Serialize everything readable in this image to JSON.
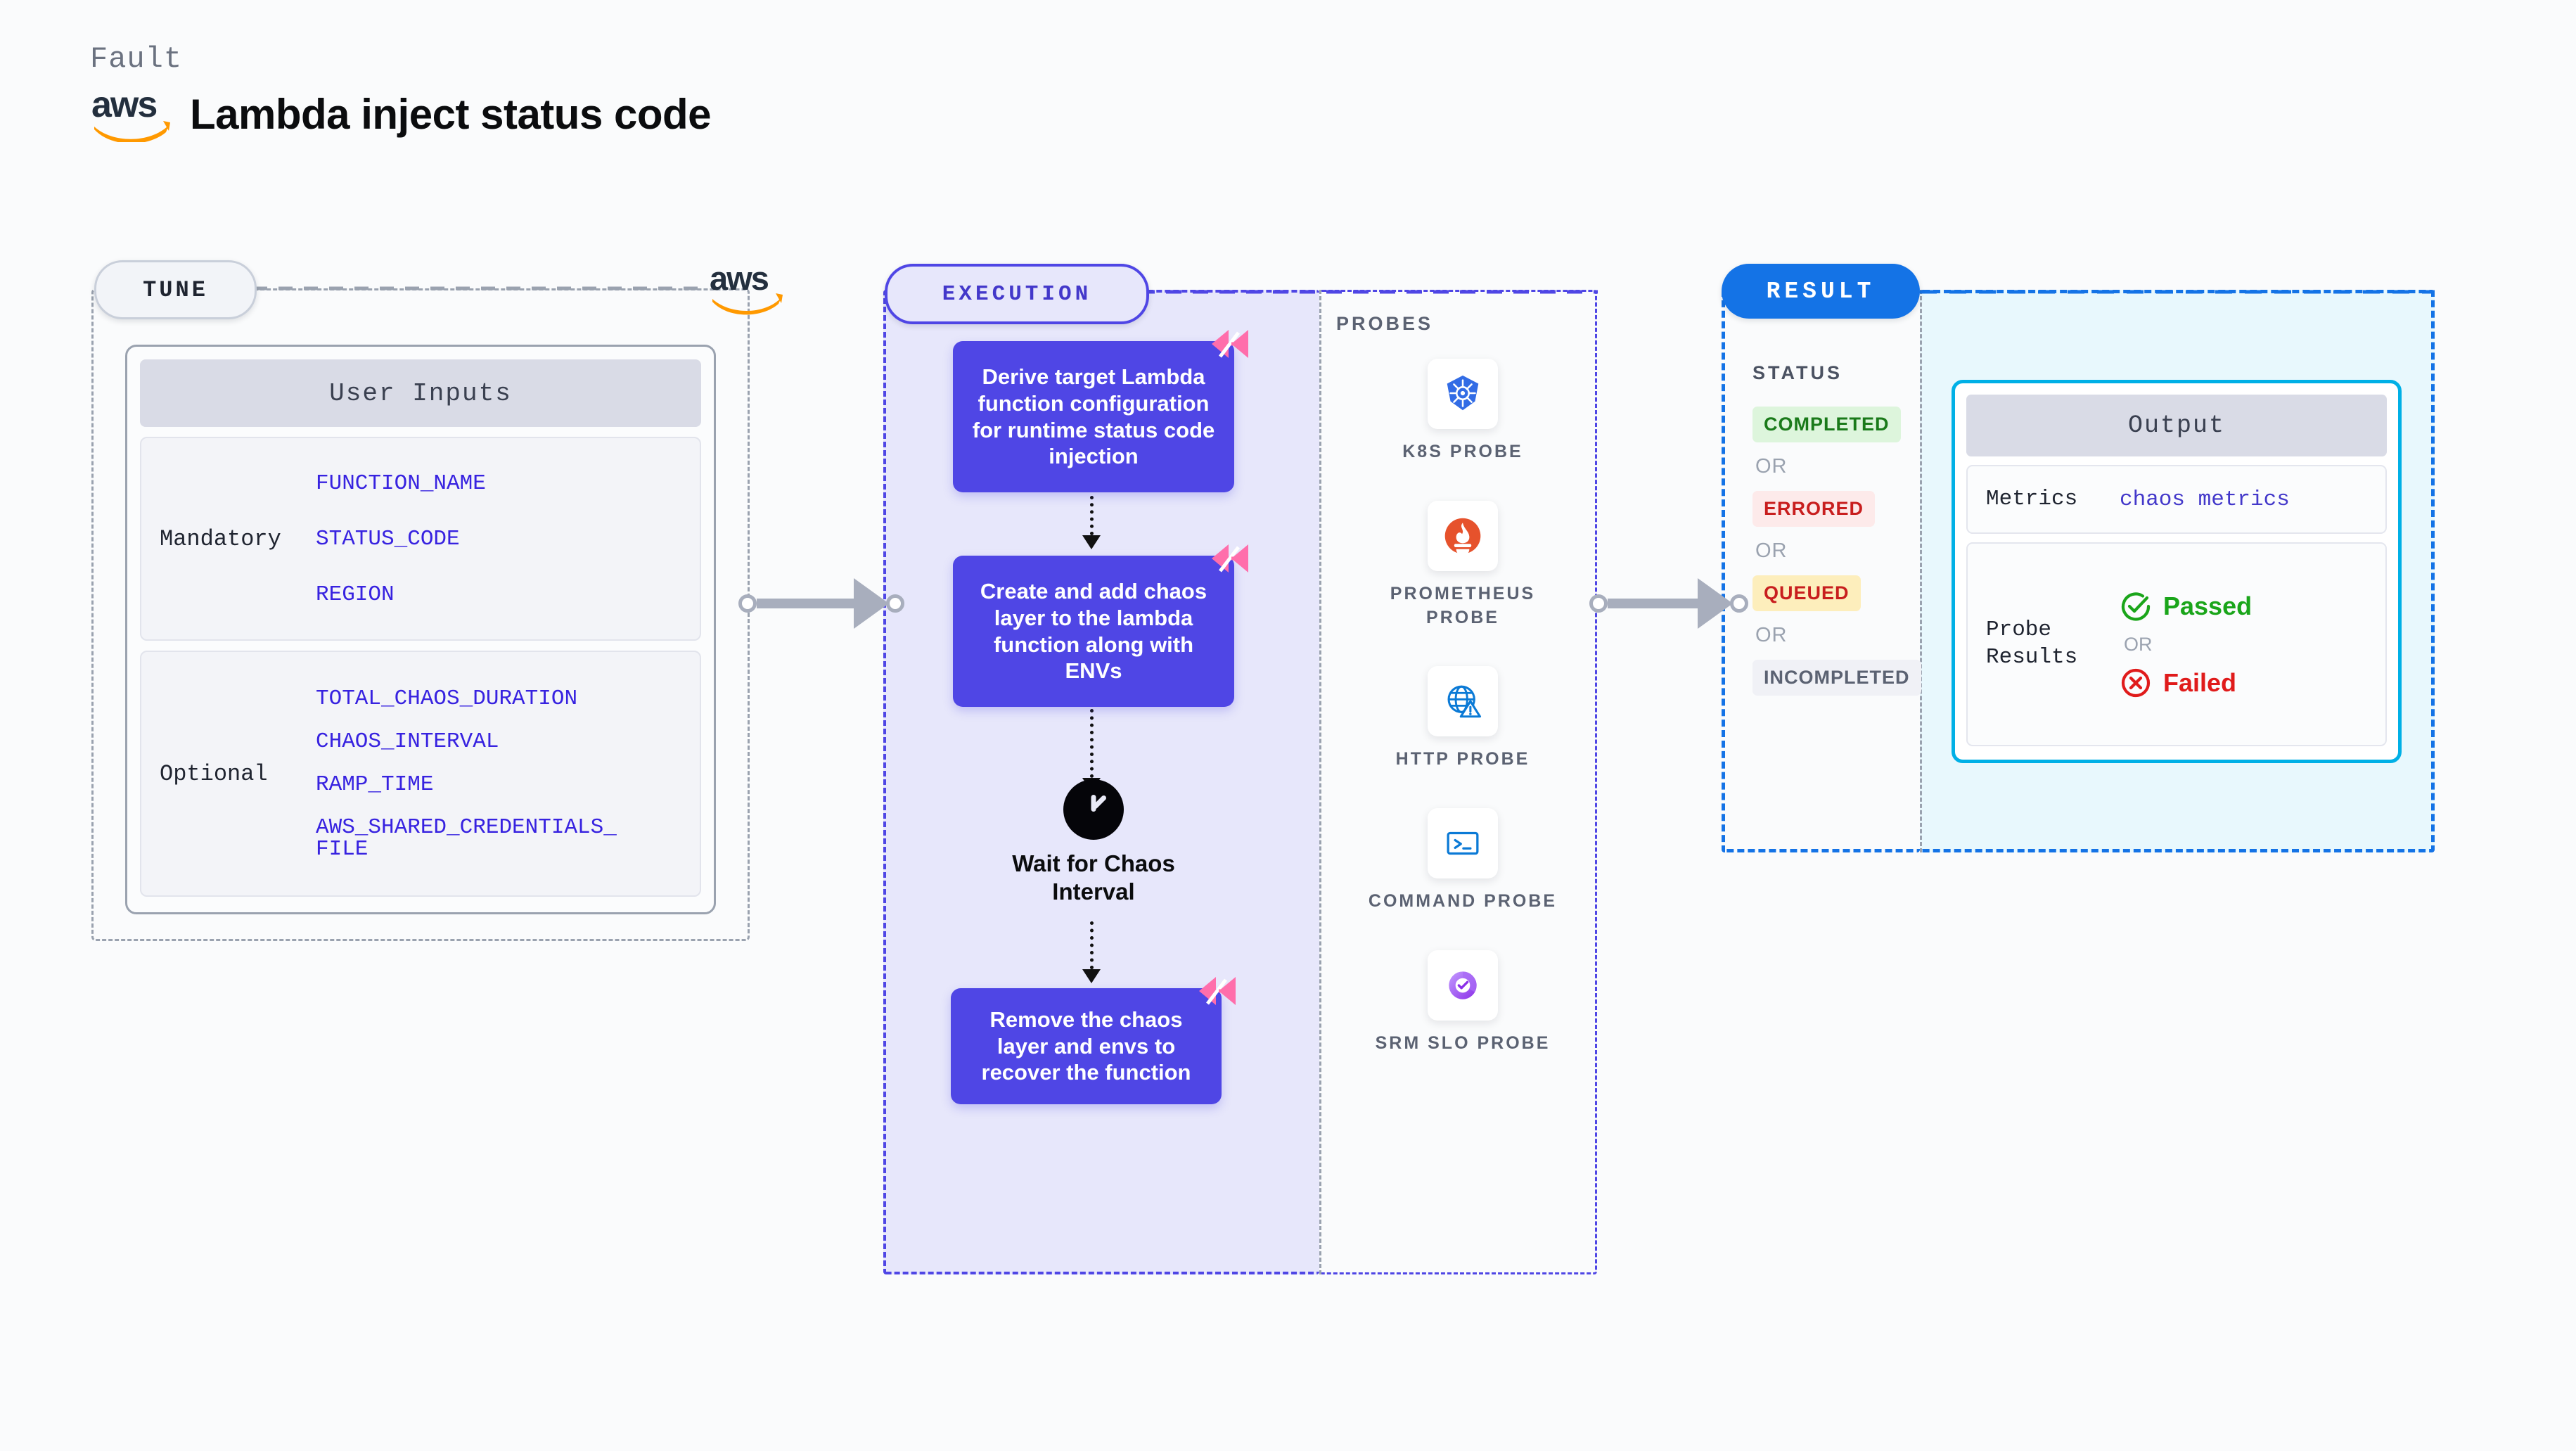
{
  "header": {
    "kind_label": "Fault",
    "logo_icon": "aws-logo",
    "title": "Lambda inject status code"
  },
  "tune": {
    "pill_label": "TUNE",
    "provider_logo_icon": "aws-logo",
    "card_title": "User Inputs",
    "groups": [
      {
        "label": "Mandatory",
        "vars": [
          "FUNCTION_NAME",
          "STATUS_CODE",
          "REGION"
        ]
      },
      {
        "label": "Optional",
        "vars": [
          "TOTAL_CHAOS_DURATION",
          "CHAOS_INTERVAL",
          "RAMP_TIME",
          "AWS_SHARED_CREDENTIALS_FILE"
        ]
      }
    ]
  },
  "execution": {
    "pill_label": "EXECUTION",
    "steps": [
      {
        "text": "Derive target Lambda function configuration for runtime status code injection",
        "badge_icon": "harness-logo"
      },
      {
        "text": "Create and add chaos layer to the lambda function along with ENVs",
        "badge_icon": "harness-logo"
      },
      {
        "text": "Remove the chaos layer and envs to recover the function",
        "badge_icon": "harness-logo"
      }
    ],
    "wait_node": {
      "icon": "clock-icon",
      "label": "Wait for Chaos Interval"
    }
  },
  "probes": {
    "title": "PROBES",
    "items": [
      {
        "name": "K8S PROBE",
        "icon": "kubernetes-icon"
      },
      {
        "name": "PROMETHEUS PROBE",
        "icon": "prometheus-icon"
      },
      {
        "name": "HTTP PROBE",
        "icon": "http-globe-warning-icon"
      },
      {
        "name": "COMMAND PROBE",
        "icon": "terminal-icon"
      },
      {
        "name": "SRM SLO PROBE",
        "icon": "srm-slo-icon"
      }
    ]
  },
  "result": {
    "pill_label": "RESULT",
    "status_title": "STATUS",
    "or_label": "OR",
    "statuses": [
      {
        "label": "COMPLETED",
        "color": "#1a7a1a",
        "bg": "#ddf5dc"
      },
      {
        "label": "ERRORED",
        "color": "#c81e1e",
        "bg": "#fdeaea"
      },
      {
        "label": "QUEUED",
        "color": "#c81e1e",
        "bg": "#fdeebc"
      },
      {
        "label": "INCOMPLETED",
        "color": "#5b6272",
        "bg": "#f0f1f6"
      }
    ],
    "output": {
      "title": "Output",
      "metrics_key": "Metrics",
      "metrics_value": "chaos metrics",
      "probe_results_key": "Probe Results",
      "passed_label": "Passed",
      "failed_label": "Failed",
      "passed_icon": "check-circle-icon",
      "failed_icon": "x-circle-icon",
      "or_label": "OR"
    }
  },
  "colors": {
    "execution_accent": "#4f46e5",
    "result_accent": "#1473e6",
    "output_accent": "#00b0e6",
    "tune_border": "#9aa2af",
    "var_text": "#3722e0",
    "harness_pink": "#ff6eab",
    "aws_orange": "#ff9900"
  }
}
